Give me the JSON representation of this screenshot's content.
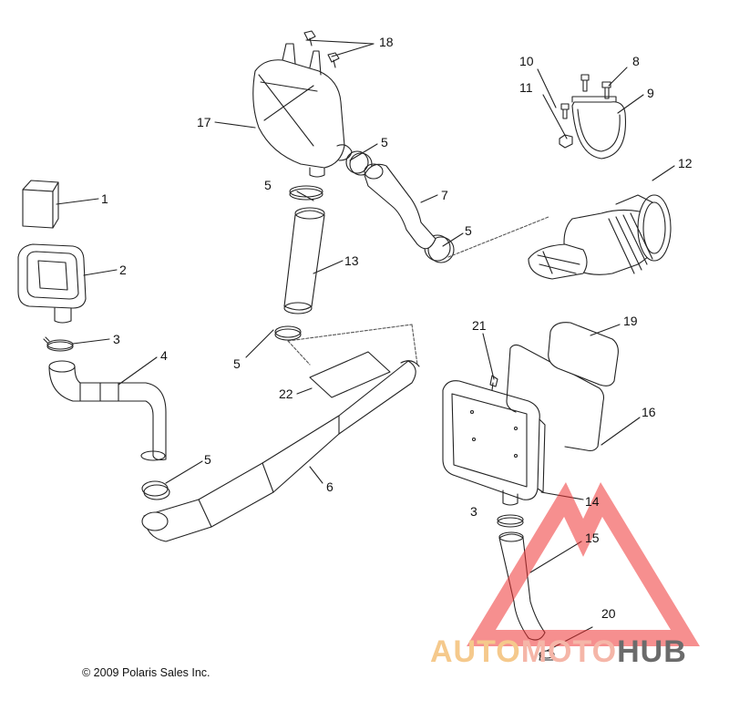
{
  "copyright": "© 2009 Polaris Sales Inc.",
  "watermark": {
    "part1": "AUTO",
    "part2": "MOTO",
    "part3": "HUB"
  },
  "callouts": [
    {
      "id": "1",
      "label": "1"
    },
    {
      "id": "2",
      "label": "2"
    },
    {
      "id": "3a",
      "label": "3"
    },
    {
      "id": "3b",
      "label": "3"
    },
    {
      "id": "4",
      "label": "4"
    },
    {
      "id": "5a",
      "label": "5"
    },
    {
      "id": "5b",
      "label": "5"
    },
    {
      "id": "5c",
      "label": "5"
    },
    {
      "id": "5d",
      "label": "5"
    },
    {
      "id": "5e",
      "label": "5"
    },
    {
      "id": "6",
      "label": "6"
    },
    {
      "id": "7",
      "label": "7"
    },
    {
      "id": "8",
      "label": "8"
    },
    {
      "id": "9",
      "label": "9"
    },
    {
      "id": "10",
      "label": "10"
    },
    {
      "id": "11",
      "label": "11"
    },
    {
      "id": "12",
      "label": "12"
    },
    {
      "id": "13",
      "label": "13"
    },
    {
      "id": "14",
      "label": "14"
    },
    {
      "id": "15",
      "label": "15"
    },
    {
      "id": "16",
      "label": "16"
    },
    {
      "id": "17",
      "label": "17"
    },
    {
      "id": "18",
      "label": "18"
    },
    {
      "id": "19",
      "label": "19"
    },
    {
      "id": "20",
      "label": "20"
    },
    {
      "id": "21",
      "label": "21"
    },
    {
      "id": "22",
      "label": "22"
    }
  ],
  "colors": {
    "line": "#222222",
    "watermark_red": "#ee3333",
    "watermark_orange": "#f5c98c",
    "watermark_gray": "#6b6b6b"
  }
}
